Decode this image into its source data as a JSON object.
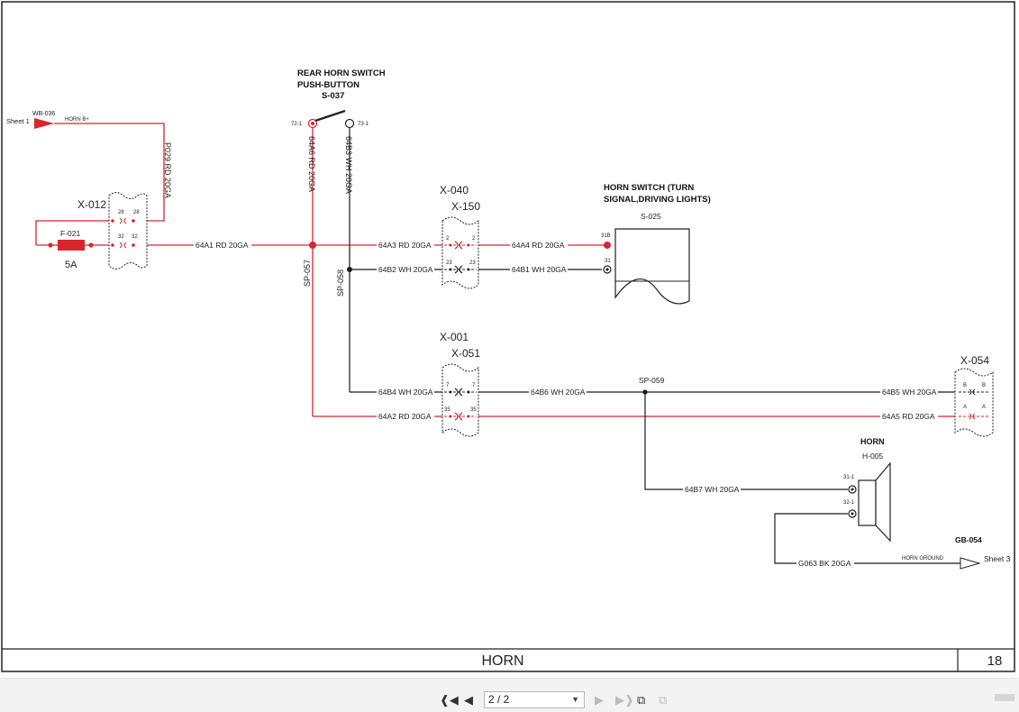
{
  "title_block": {
    "title": "HORN",
    "page_number": "18"
  },
  "header": {
    "rear_switch": [
      "REAR HORN SWITCH",
      "PUSH-BUTTON",
      "S-037"
    ],
    "horn_switch": [
      "HORN SWITCH (TURN",
      "SIGNAL,DRIVING LIGHTS)",
      "S-025"
    ],
    "horn": [
      "HORN",
      "H-005"
    ],
    "ground": "GB-054"
  },
  "offsheet": {
    "sheet1": "Sheet 1",
    "wb": "WB-036",
    "horn_bplus": "HORN B+",
    "sheet3": "Sheet 3",
    "horn_ground": "HORN GROUND"
  },
  "connectors": {
    "x012": "X-012",
    "x040": "X-040",
    "x150": "X-150",
    "x001": "X-001",
    "x051": "X-051",
    "x054": "X-054"
  },
  "components": {
    "fuse_id": "F-021",
    "fuse_rating": "5A"
  },
  "splices": {
    "sp057": "SP-057",
    "sp058": "SP-058",
    "sp059": "SP-059"
  },
  "wires": {
    "p029": "P029 RD 20GA",
    "a1": "64A1 RD 20GA",
    "a6": "64A6 RD 20GA",
    "b3": "64B3 WH 20GA",
    "a3": "64A3 RD 20GA",
    "a4": "64A4 RD 20GA",
    "b2": "64B2 WH 20GA",
    "b1": "64B1 WH 20GA",
    "b4": "64B4 WH 20GA",
    "b6": "64B6 WH 20GA",
    "b5": "64B5 WH 20GA",
    "a2": "64A2 RD 20GA",
    "a5": "64A5 RD 20GA",
    "b7": "64B7 WH 20GA",
    "g063": "G063 BK 20GA"
  },
  "pins": {
    "p28": "28",
    "p32": "32",
    "p2": "2",
    "p23": "23",
    "p7": "7",
    "p35": "35",
    "pB": "B",
    "pA": "A",
    "p72": "72-1",
    "p73": "73-1",
    "p31B": "31B",
    "p31": "31",
    "p311": "31-1",
    "p321": "32-1"
  },
  "viewer": {
    "page_indicator": "2 / 2"
  },
  "colors": {
    "red_wire": "#d9252c",
    "black_wire": "#1a1a1a"
  }
}
